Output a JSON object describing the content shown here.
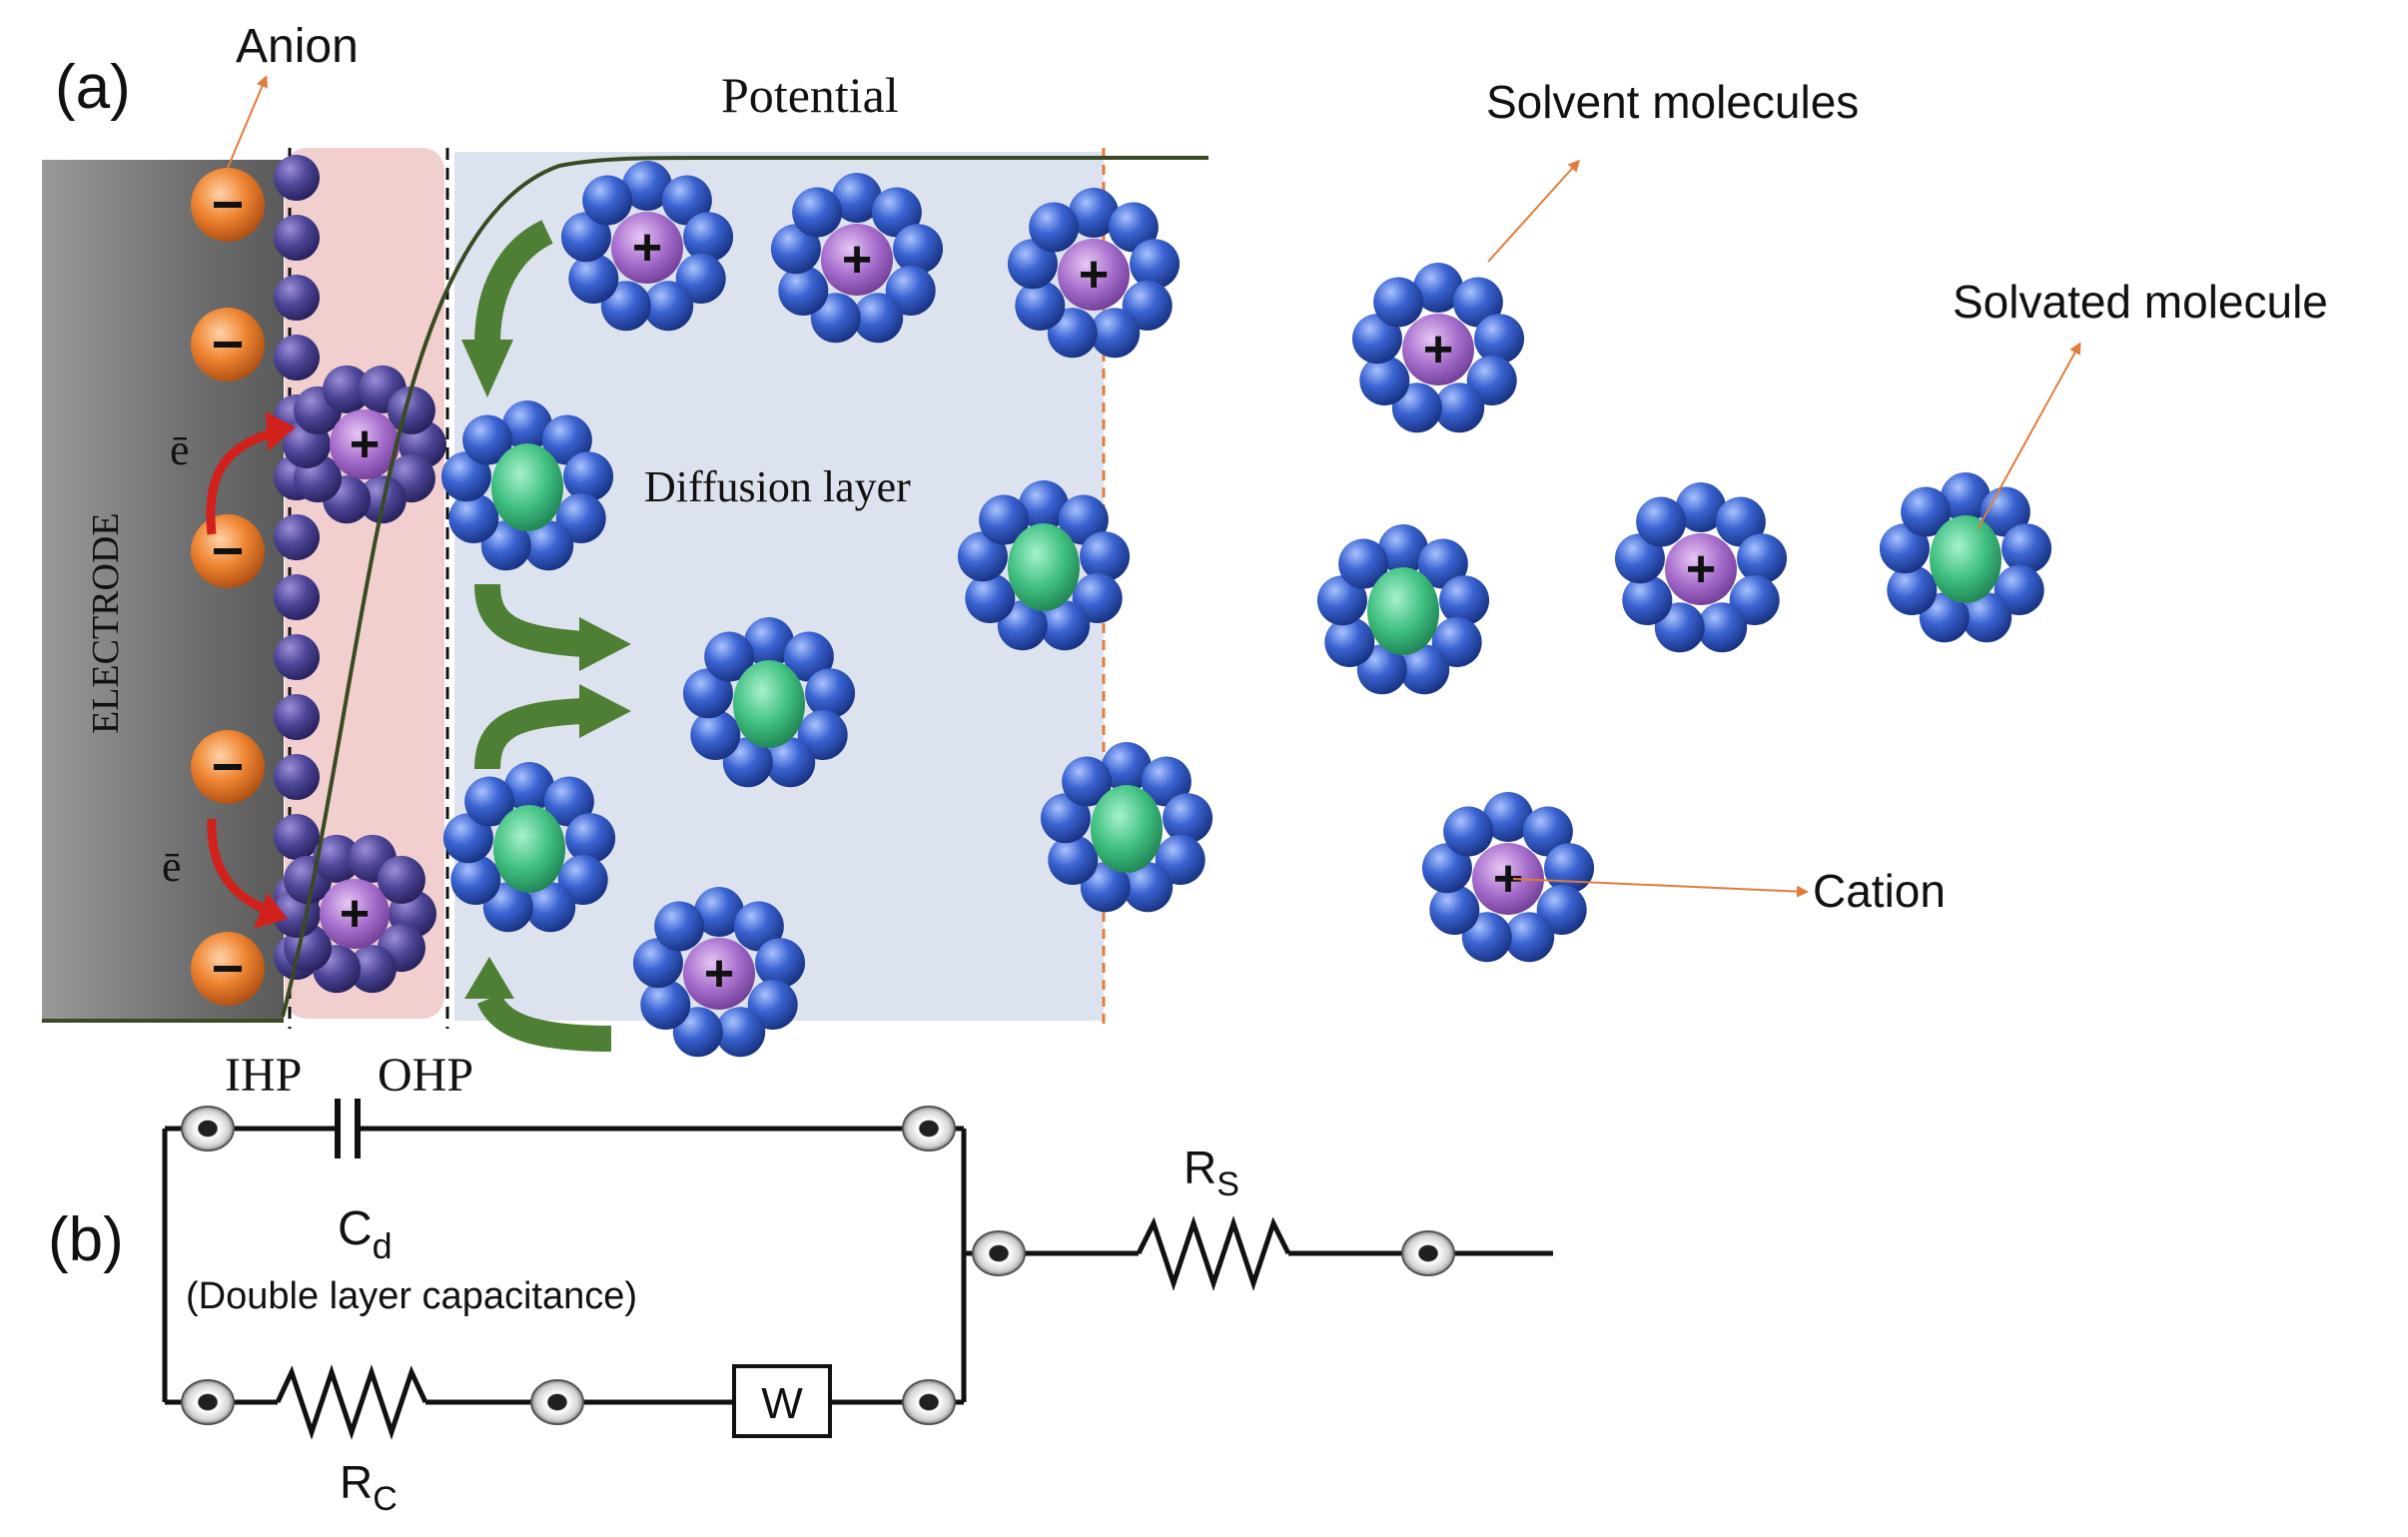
{
  "panel_a": {
    "tag": "(a)",
    "electrode_label": "ELECTRODE",
    "anion_label": "Anion",
    "potential_label": "Potential",
    "solvent_label": "Solvent molecules",
    "solvated_label": "Solvated molecule",
    "diffusion_label": "Diffusion layer",
    "cation_label": "Cation",
    "electron_symbol": "ē",
    "ihp_label": "IHP",
    "ohp_label": "OHP",
    "anion_sign": "−",
    "cation_sign": "+"
  },
  "panel_b": {
    "tag": "(b)",
    "cd_main": "C",
    "cd_sub": "d",
    "cd_desc": "(Double layer capacitance)",
    "rs_main": "R",
    "rs_sub": "S",
    "rc_main": "R",
    "rc_sub": "C",
    "w_label": "W"
  },
  "colors": {
    "electrode": "#8a8a8a",
    "ihp_band": "#f2cfcf",
    "diffusion_band": "#dde3ee",
    "anion": "#e8792a",
    "cation_core": "#9a5fc0",
    "neutral_core": "#3fbf80",
    "solvent": "#2d55c4",
    "flow_arrow": "#4f7f35",
    "electron_arrow": "#d0211c",
    "pointer": "#e07c3c",
    "potential_curve": "#3a4a22"
  }
}
